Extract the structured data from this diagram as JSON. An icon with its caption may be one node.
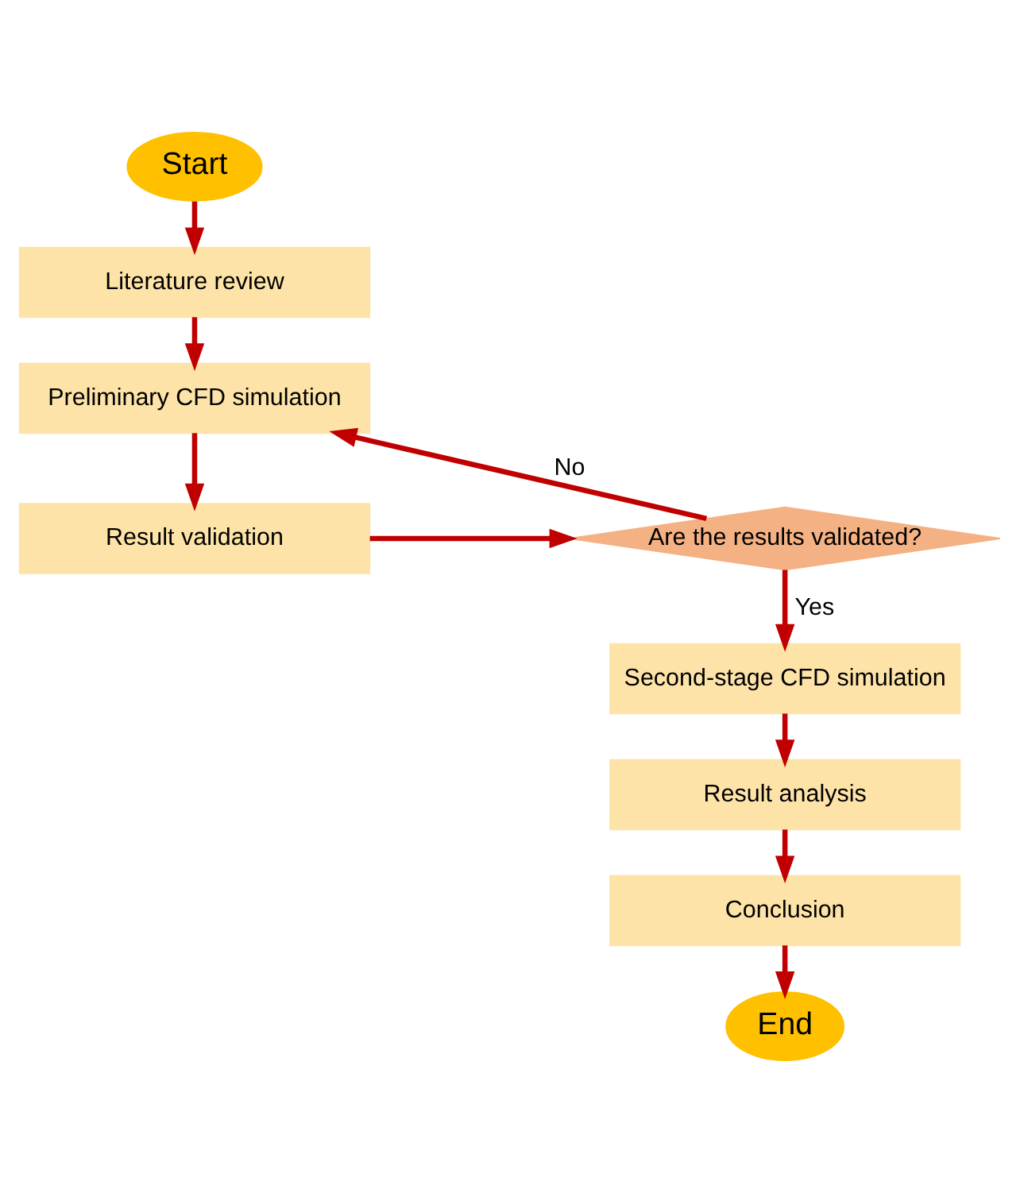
{
  "diagram": {
    "nodes": [
      {
        "text": [
          "Start"
        ]
      },
      {
        "text": [
          "Literature review"
        ]
      },
      {
        "text": [
          "Preliminary CFD simulation"
        ]
      },
      {
        "text": [
          "Result validation"
        ]
      },
      {
        "text": [
          "Are the results validated?"
        ]
      },
      {
        "text": [
          "Second-stage CFD simulation"
        ]
      },
      {
        "text": [
          "Result analysis"
        ]
      },
      {
        "text": [
          "Conclusion"
        ]
      },
      {
        "text": [
          "End"
        ]
      }
    ],
    "edges": [
      {
        "from": 0,
        "to": 1,
        "arrow": "to"
      },
      {
        "from": 1,
        "to": 2,
        "arrow": "to"
      },
      {
        "from": 2,
        "to": 3,
        "arrow": "to"
      },
      {
        "from": 3,
        "to": 4,
        "arrow": "to"
      },
      {
        "from": 4,
        "to": 2,
        "arrow": "to",
        "label": "No"
      },
      {
        "from": 4,
        "to": 5,
        "arrow": "to",
        "label": "Yes"
      },
      {
        "from": 5,
        "to": 6,
        "arrow": "to"
      },
      {
        "from": 6,
        "to": 7,
        "arrow": "to"
      },
      {
        "from": 7,
        "to": 8,
        "arrow": "to"
      }
    ]
  }
}
